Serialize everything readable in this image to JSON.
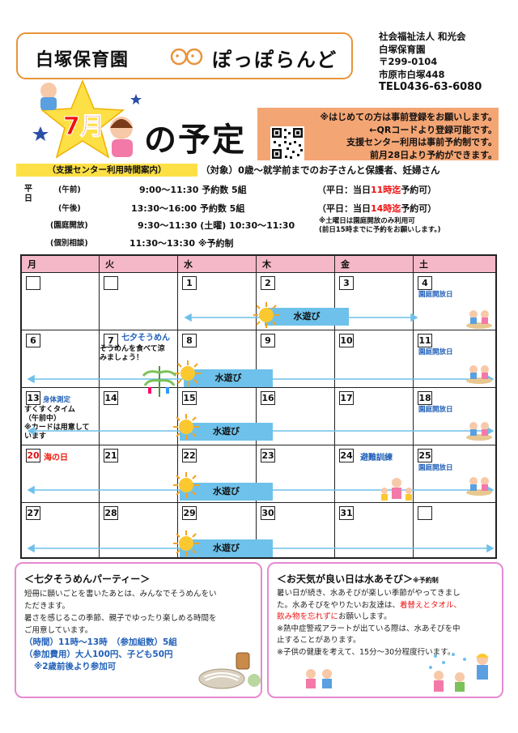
{
  "header": {
    "facility_name": "白塚保育園",
    "nickname": "ぽっぽらんど"
  },
  "organization": {
    "line1": "社会福祉法人 和光会",
    "line2": "白塚保育園",
    "postal": "〒299-0104",
    "address": "市原市白塚448",
    "tel": "TEL0436-63-6080"
  },
  "month": {
    "number": "7月",
    "title": "の予定"
  },
  "notice": {
    "lines": [
      "※はじめての方は事前登録をお願いします。",
      "←QRコードより登録可能です。",
      "支援センター利用は事前予約制です。",
      "前月28日より予約ができます。"
    ]
  },
  "hours_label": "（支援センター利用時間案内）",
  "target": "（対象）0歳～就学前までのお子さんと保護者、妊婦さん",
  "weekday_label": "平日",
  "schedule": [
    {
      "label": "(午前)",
      "time": "9:00～11:30  予約数  5組",
      "note_pre": "（平日：当日",
      "note_red": "11時迄",
      "note_post": "予約可）"
    },
    {
      "label": "(午後)",
      "time": "13:30～16:00  予約数  5組",
      "note_pre": "（平日：当日",
      "note_red": "14時迄",
      "note_post": "予約可）"
    },
    {
      "label": "(園庭開放)",
      "time": "9:30～11:30    (土曜) 10:30～11:30",
      "note1": "※土曜日は園庭開放のみ利用可",
      "note2": "(前日15時までに予約をお願いします。)"
    },
    {
      "label": "(個別相談)",
      "time": "11:30～13:30 ※予約制"
    }
  ],
  "calendar": {
    "weekdays": [
      "月",
      "火",
      "水",
      "木",
      "金",
      "土"
    ],
    "weeks": [
      [
        "",
        "",
        "1",
        "2",
        "3",
        "4"
      ],
      [
        "6",
        "7",
        "8",
        "9",
        "10",
        "11"
      ],
      [
        "13",
        "14",
        "15",
        "16",
        "17",
        "18"
      ],
      [
        "20",
        "21",
        "22",
        "23",
        "24",
        "25"
      ],
      [
        "27",
        "28",
        "29",
        "30",
        "31",
        ""
      ]
    ],
    "water_label": "水遊び",
    "garden_open": "園庭開放日",
    "tanabata_title": "七夕そうめん",
    "tanabata_note1": "そうめんを食べて涼",
    "tanabata_note2": "みましょう！",
    "measure_title": "身体測定",
    "measure_note1": "すくすくタイム",
    "measure_note2": "（午前中）",
    "measure_note3": "※カードは用意して",
    "measure_note4": "います",
    "holiday": "海の日",
    "evacuation": "避難訓練",
    "colors": {
      "header_bg": "#f5b8c8",
      "water": "#6ec1ea",
      "accent_blue": "#2160b8",
      "accent_red": "#e21111"
    }
  },
  "tanabata_box": {
    "title": "＜七夕そうめんパーティー＞",
    "body1": "短冊に願いごとを書いたあとは、みんなでそうめんをい",
    "body2": "ただきます。",
    "body3": "暑さを感じるこの季節、親子でゆったり楽しめる時間を",
    "body4": "ご用意しています。",
    "info1": "（時間）11時～13時　（参加組数）5組",
    "info2": "（参加費用）大人100円、子ども50円",
    "info3": "※2歳前後より参加可"
  },
  "water_box": {
    "title": "＜お天気が良い日は水あそび＞",
    "title_note": "※予約制",
    "body1": "暑い日が続き、水あそびが楽しい季節がやってきまし",
    "body2_pre": "た。水あそびをやりたいお友達は、",
    "body2_red": "着替えとタオル、",
    "body3_red": "飲み物を忘れずに",
    "body3_post": "お願いします。",
    "body4": "※熱中症警戒アラートが出ている際は、水あそびを中",
    "body5": "止することがあります。",
    "body6": "※子供の健康を考えて、15分～30分程度行います。"
  }
}
